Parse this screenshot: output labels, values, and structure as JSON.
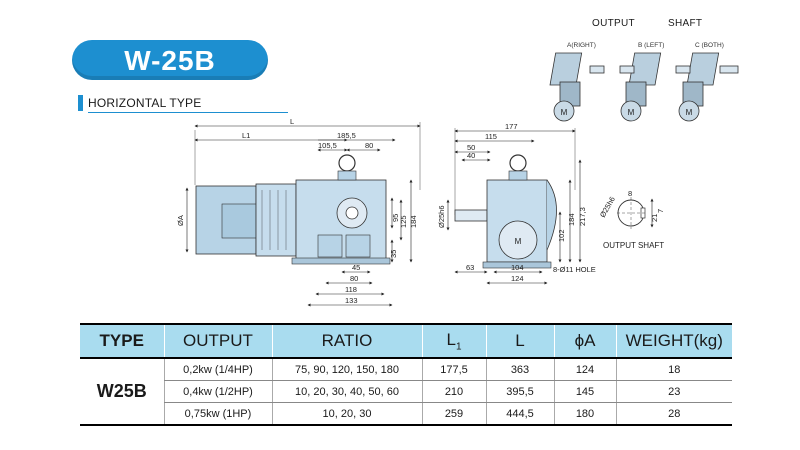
{
  "header": {
    "model": "W-25B",
    "subtitle": "HORIZONTAL TYPE"
  },
  "output_shaft": {
    "label_output": "OUTPUT",
    "label_shaft": "SHAFT",
    "options": [
      {
        "caption": "A(RIGHT)",
        "motor_letter": "M"
      },
      {
        "caption": "B (LEFT)",
        "motor_letter": "M"
      },
      {
        "caption": "C (BOTH)",
        "motor_letter": "M"
      }
    ]
  },
  "drawing": {
    "front": {
      "L": "L",
      "L1": "L1",
      "d185_5": "185,5",
      "d105_5": "105,5",
      "d80_top": "80",
      "dA": "ØA",
      "d95": "95",
      "d125": "125",
      "d184": "184",
      "d35": "35",
      "d45": "45",
      "d80": "80",
      "d118": "118",
      "d133": "133"
    },
    "side": {
      "d177": "177",
      "d115": "115",
      "d50": "50",
      "d40": "40",
      "dshaft": "Ø25h6",
      "d102": "102",
      "d184": "184",
      "d217_3": "217,3",
      "d63": "63",
      "d104": "104",
      "d124": "124",
      "hole": "8-Ø11 HOLE",
      "motor_letter": "M"
    },
    "shaft_detail": {
      "d25": "Ø25h6",
      "d8": "8",
      "d21": "21",
      "d7": "7",
      "caption": "OUTPUT SHAFT"
    }
  },
  "table": {
    "headers": {
      "type": "TYPE",
      "output": "OUTPUT",
      "ratio": "RATIO",
      "l1_main": "L",
      "l1_sub": "1",
      "l": "L",
      "a": "ϕA",
      "weight": "WEIGHT(kg)"
    },
    "type_value": "W25B",
    "rows": [
      {
        "output": "0,2kw (1/4HP)",
        "ratio": "75, 90, 120, 150, 180",
        "l1": "177,5",
        "l": "363",
        "a": "124",
        "weight": "18"
      },
      {
        "output": "0,4kw (1/2HP)",
        "ratio": "10, 20, 30, 40, 50, 60",
        "l1": "210",
        "l": "395,5",
        "a": "145",
        "weight": "23"
      },
      {
        "output": "0,75kw (1HP)",
        "ratio": "10, 20, 30",
        "l1": "259",
        "l": "444,5",
        "a": "180",
        "weight": "28"
      }
    ]
  },
  "colors": {
    "accent": "#1d8fd0",
    "table_header": "#a9dcef",
    "motor_blue": "#b7d3e6",
    "gearbox_blue": "#c6dded"
  }
}
